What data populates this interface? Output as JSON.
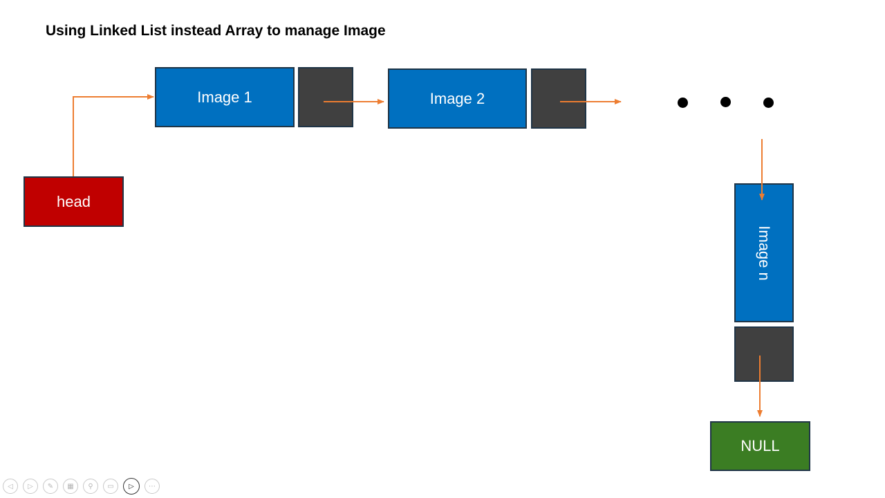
{
  "slide": {
    "title": "Using Linked List instead Array to manage Image"
  },
  "nodes": {
    "head_label": "head",
    "image1_label": "Image 1",
    "image2_label": "Image 2",
    "imagen_label": "Image n",
    "null_label": "NULL"
  },
  "colors": {
    "data_node": "#0070c0",
    "pointer_cell": "#404040",
    "head_node": "#c00000",
    "null_node": "#3b7d23",
    "arrow": "#ed7d31"
  },
  "toolbar": {
    "icons": [
      "previous-icon",
      "next-icon",
      "pen-icon",
      "slides-grid-icon",
      "zoom-icon",
      "subtitles-icon",
      "camera-icon",
      "more-icon"
    ]
  }
}
